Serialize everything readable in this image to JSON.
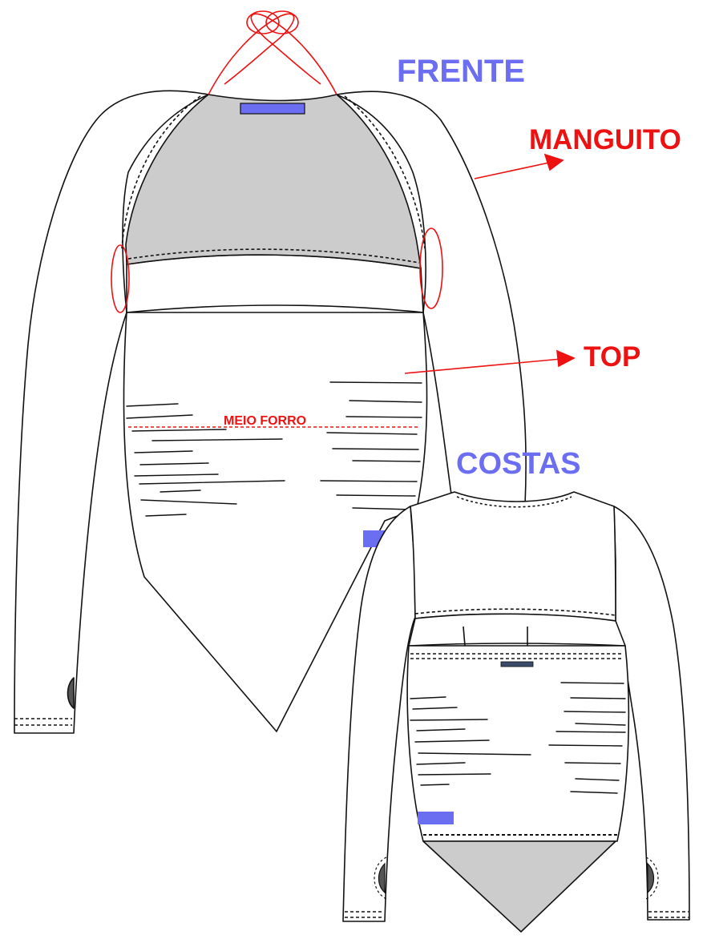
{
  "labels": {
    "frente": "FRENTE",
    "manguito": "MANGUITO",
    "top": "TOP",
    "meio_forro": "MEIO FORRO",
    "costas": "COSTAS"
  },
  "colors": {
    "view_label": "#6b6ef0",
    "annotation": "#ee1111",
    "panel_fill": "#cccccc",
    "tag": "#6b6ef0",
    "outline": "#111111"
  }
}
